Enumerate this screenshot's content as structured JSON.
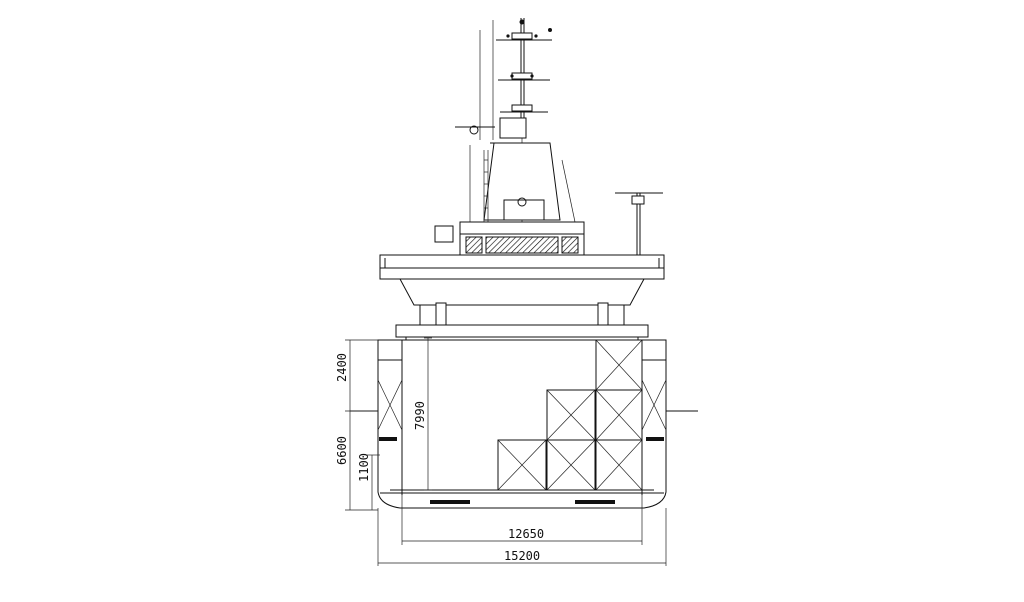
{
  "dimensions": {
    "overall_beam": "15200",
    "inner_beam": "12650",
    "hold_depth": "7990",
    "upper_height": "2400",
    "draft": "6600",
    "lower_height": "1100"
  }
}
